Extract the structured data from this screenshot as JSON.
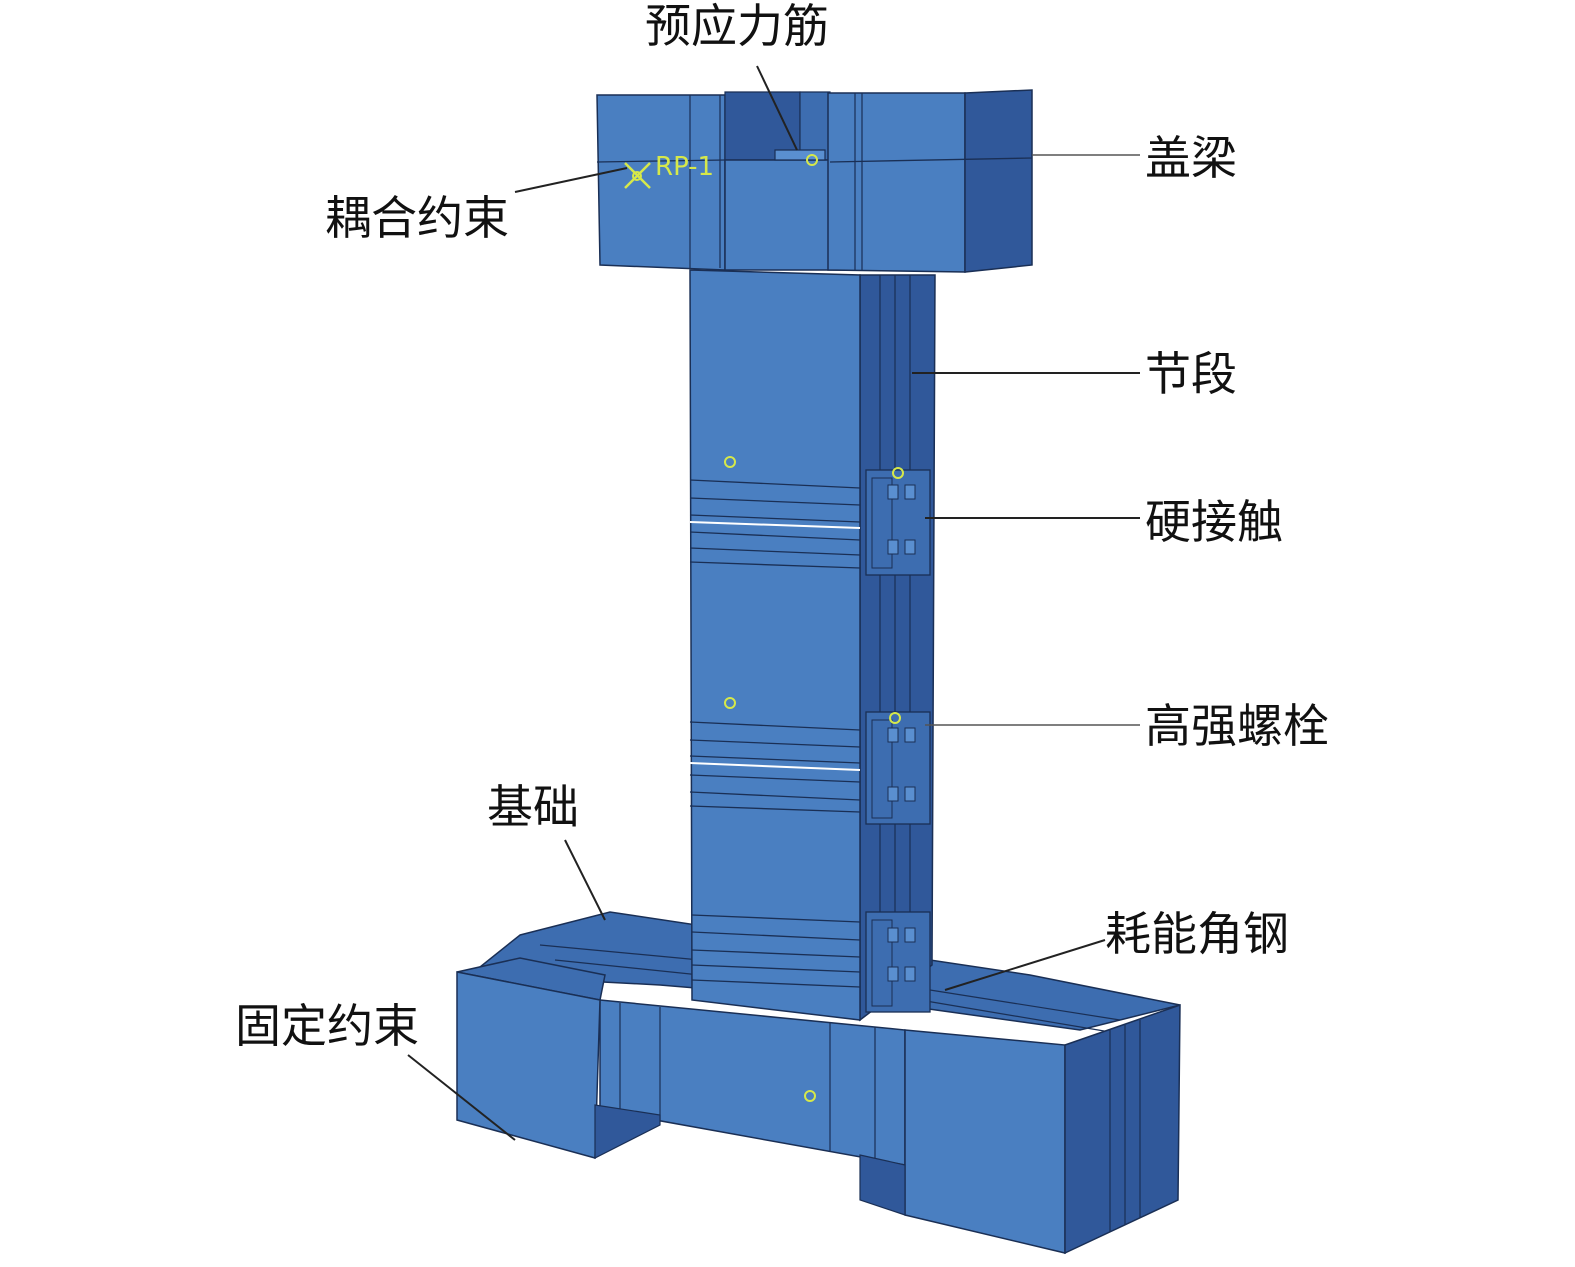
{
  "colors": {
    "front": "#4a7fc1",
    "side": "#30589a",
    "top": "#3d6db0",
    "edge": "#1a2f55",
    "marker": "#d6e84a",
    "text": "#111111"
  },
  "marker_label": "RP-1",
  "labels": {
    "prestress_tendon": "预应力筋",
    "cap_beam": "盖梁",
    "coupling_constraint": "耦合约束",
    "segment": "节段",
    "hard_contact": "硬接触",
    "high_strength_bolt": "高强螺栓",
    "foundation": "基础",
    "energy_angle_steel": "耗能角钢",
    "fixed_constraint": "固定约束"
  }
}
